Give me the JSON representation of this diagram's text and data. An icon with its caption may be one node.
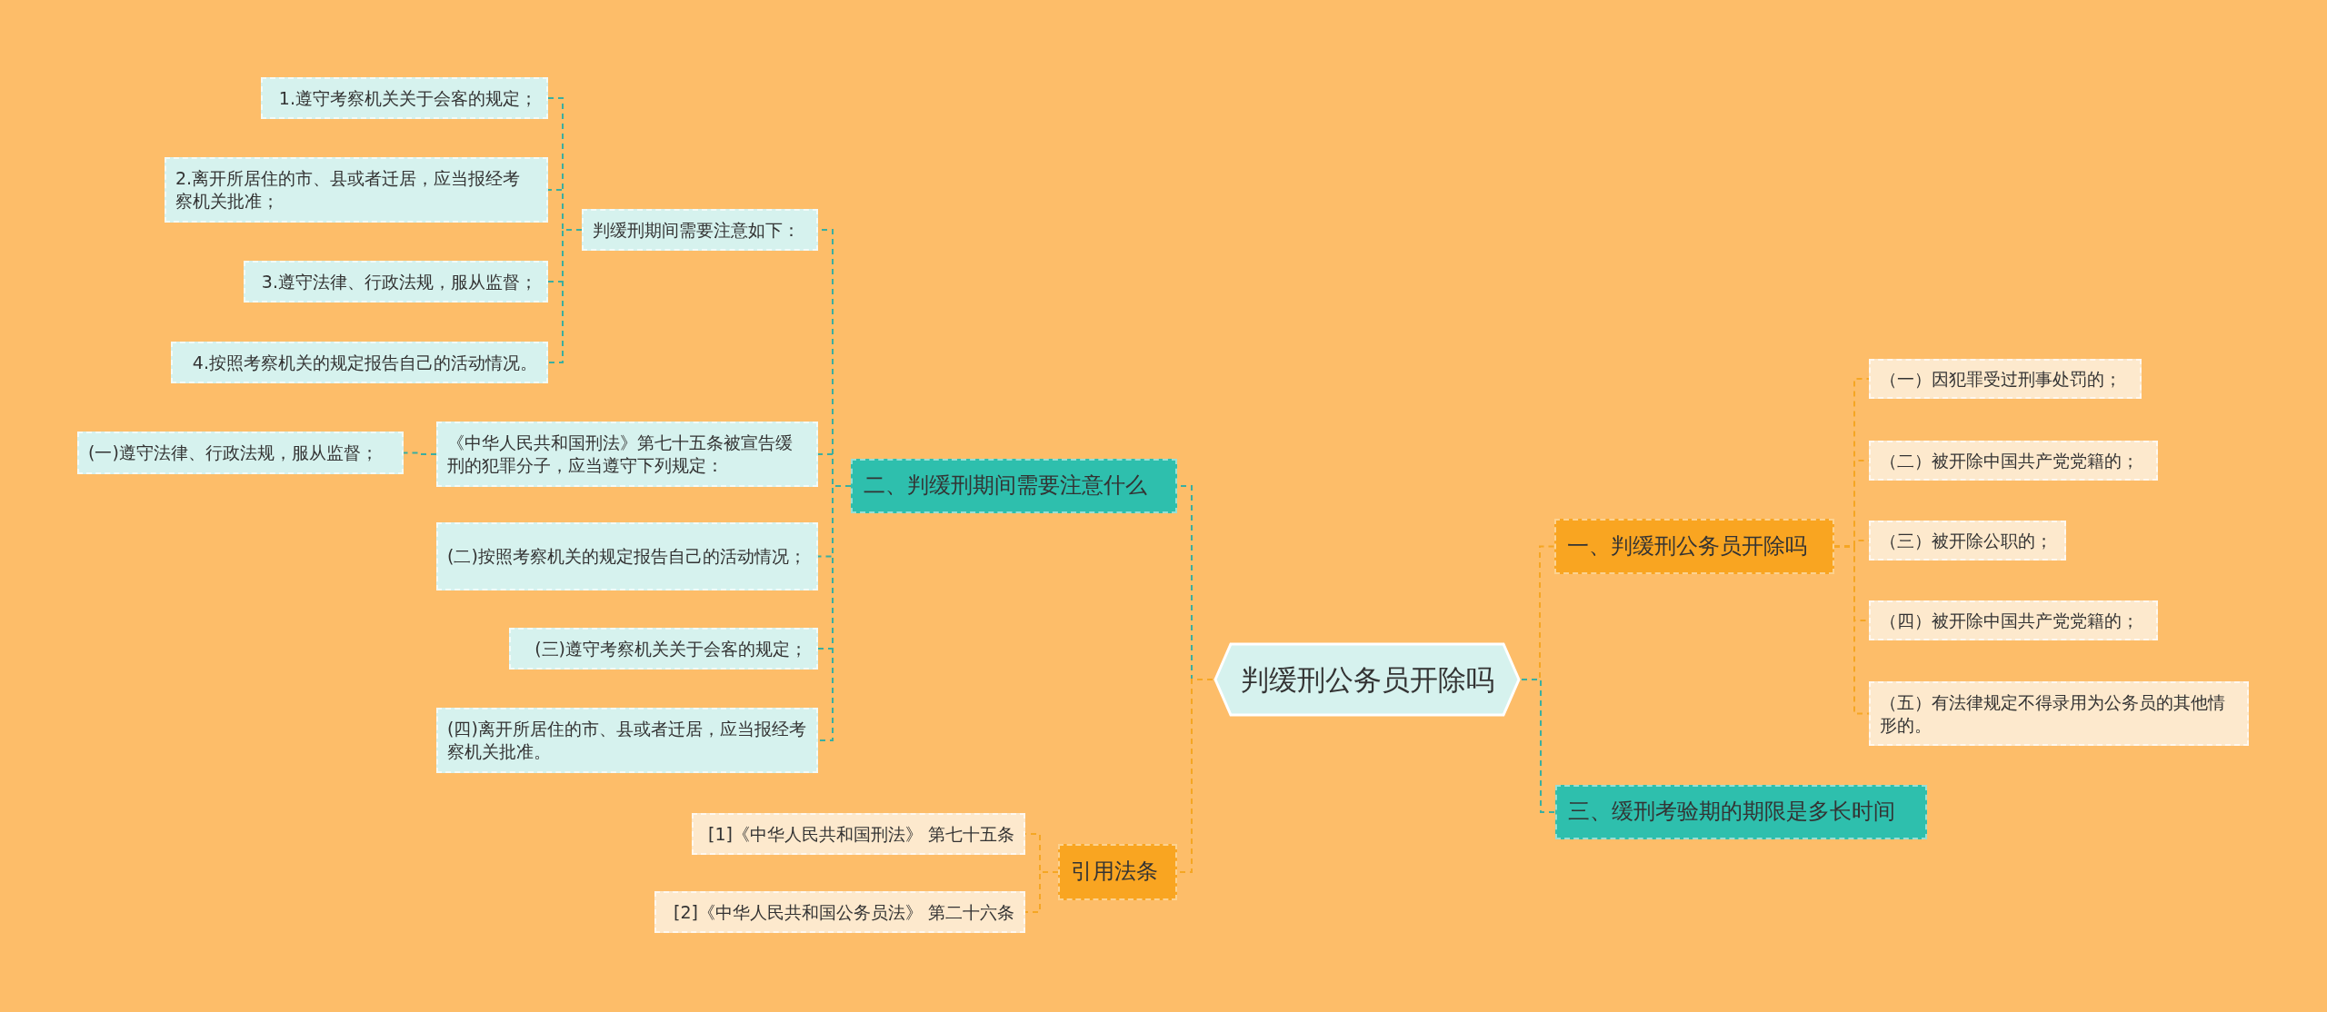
{
  "diagram": {
    "nodes": [
      {
        "text": [
          "判缓刑公务员开除吗"
        ]
      },
      {
        "text": [
          "二、判缓刑期间需要注意什么"
        ]
      },
      {
        "text": [
          "判缓刑期间需要注意如下："
        ]
      },
      {
        "text": [
          "1.遵守考察机关关于会客的规定；"
        ]
      },
      {
        "text": [
          "2.离开所居住的市、县或者迁居，应当报经考察机关批准；"
        ]
      },
      {
        "text": [
          "3.遵守法律、行政法规，服从监督；"
        ]
      },
      {
        "text": [
          "4.按照考察机关的规定报告自己的活动情况。"
        ]
      },
      {
        "text": [
          "《中华人民共和国刑法》第七十五条被宣告缓刑的犯罪分子，应当遵守下列规定："
        ]
      },
      {
        "text": [
          "(一)遵守法律、行政法规，服从监督；"
        ]
      },
      {
        "text": [
          "(二)按照考察机关的规定报告自己的活动情况；"
        ]
      },
      {
        "text": [
          "(三)遵守考察机关关于会客的规定；"
        ]
      },
      {
        "text": [
          "(四)离开所居住的市、县或者迁居，应当报经考察机关批准。"
        ]
      },
      {
        "text": [
          "引用法条"
        ]
      },
      {
        "text": [
          "[1]《中华人民共和国刑法》 第七十五条"
        ]
      },
      {
        "text": [
          "[2]《中华人民共和国公务员法》 第二十六条"
        ]
      },
      {
        "text": [
          "一、判缓刑公务员开除吗"
        ]
      },
      {
        "text": [
          "（一）因犯罪受过刑事处罚的；"
        ]
      },
      {
        "text": [
          "（二）被开除中国共产党党籍的；"
        ]
      },
      {
        "text": [
          "（三）被开除公职的；"
        ]
      },
      {
        "text": [
          "（四）被开除中国共产党党籍的；"
        ]
      },
      {
        "text": [
          "（五）有法律规定不得录用为公务员的其他情形的。"
        ]
      },
      {
        "text": [
          "三、缓刑考验期的期限是多长时间"
        ]
      }
    ],
    "edges": [
      {
        "from": 0,
        "to": 1,
        "arrow": "none"
      },
      {
        "from": 1,
        "to": 2,
        "arrow": "none"
      },
      {
        "from": 2,
        "to": 3,
        "arrow": "none"
      },
      {
        "from": 2,
        "to": 4,
        "arrow": "none"
      },
      {
        "from": 2,
        "to": 5,
        "arrow": "none"
      },
      {
        "from": 2,
        "to": 6,
        "arrow": "none"
      },
      {
        "from": 1,
        "to": 7,
        "arrow": "none"
      },
      {
        "from": 7,
        "to": 8,
        "arrow": "none"
      },
      {
        "from": 1,
        "to": 9,
        "arrow": "none"
      },
      {
        "from": 1,
        "to": 10,
        "arrow": "none"
      },
      {
        "from": 1,
        "to": 11,
        "arrow": "none"
      },
      {
        "from": 0,
        "to": 12,
        "arrow": "none",
        "color": "#f5a623"
      },
      {
        "from": 12,
        "to": 13,
        "arrow": "none",
        "color": "#f5a623"
      },
      {
        "from": 12,
        "to": 14,
        "arrow": "none",
        "color": "#f5a623"
      },
      {
        "from": 0,
        "to": 15,
        "arrow": "none",
        "color": "#f5a623"
      },
      {
        "from": 15,
        "to": 16,
        "arrow": "none",
        "color": "#f5a623"
      },
      {
        "from": 15,
        "to": 17,
        "arrow": "none",
        "color": "#f5a623"
      },
      {
        "from": 15,
        "to": 18,
        "arrow": "none",
        "color": "#f5a623"
      },
      {
        "from": 15,
        "to": 19,
        "arrow": "none",
        "color": "#f5a623"
      },
      {
        "from": 15,
        "to": 20,
        "arrow": "none",
        "color": "#f5a623"
      },
      {
        "from": 0,
        "to": 21,
        "arrow": "none"
      }
    ]
  }
}
